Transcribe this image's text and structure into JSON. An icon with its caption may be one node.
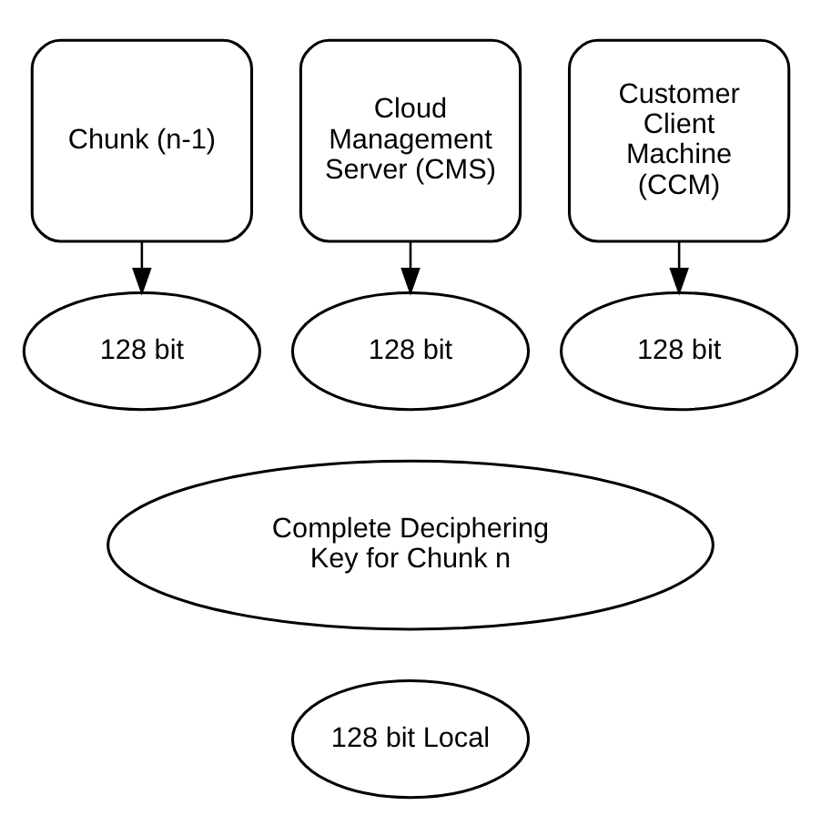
{
  "diagram": {
    "nodes": [
      {
        "text": [
          "Chunk (n-1)"
        ]
      },
      {
        "text": [
          "Cloud Management Server (CMS)"
        ]
      },
      {
        "text": [
          "Customer Client Machine (CCM)"
        ]
      },
      {
        "text": [
          "Complete Deciphering Key for Chunk n"
        ]
      },
      {
        "text": [
          "128 bit"
        ]
      },
      {
        "text": [
          "128 bit"
        ]
      },
      {
        "text": [
          "128 bit"
        ]
      },
      {
        "text": [
          "128 bit Local"
        ]
      }
    ],
    "edges": [
      {
        "from": 0,
        "to": 4,
        "arrow": "to"
      },
      {
        "from": 1,
        "to": 5,
        "arrow": "to"
      },
      {
        "from": 2,
        "to": 6,
        "arrow": "to"
      }
    ]
  }
}
